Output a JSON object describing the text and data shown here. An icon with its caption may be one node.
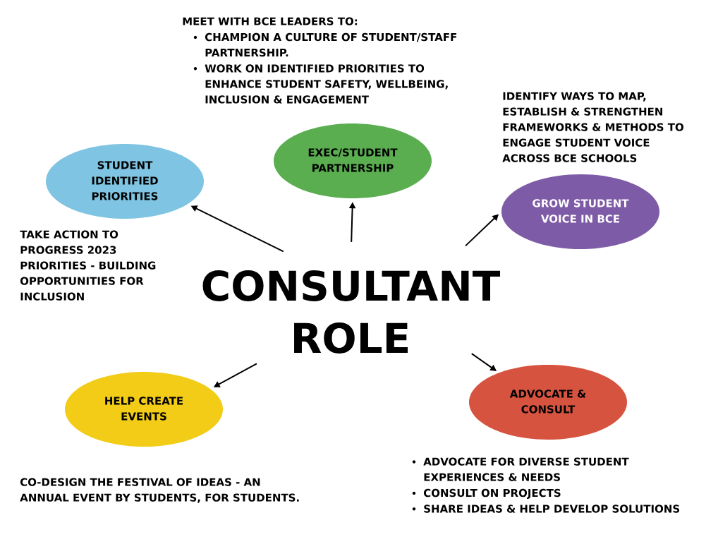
{
  "diagram": {
    "nodes": [
      {
        "text": [
          "EXEC/STUDENT PARTNERSHIP"
        ],
        "beside": [
          "MEET WITH BCE LEADERS TO:",
          "CHAMPION A CULTURE OF STUDENT/STAFF PARTNERSHIP.",
          "WORK ON IDENTIFIED PRIORITIES TO ENHANCE STUDENT SAFETY, WELLBEING, INCLUSION & ENGAGEMENT"
        ]
      },
      {
        "text": [
          "STUDENT IDENTIFIED PRIORITIES"
        ],
        "beside": [
          "TAKE ACTION TO PROGRESS 2023 PRIORITIES - BUILDING OPPORTUNITIES FOR INCLUSION"
        ]
      },
      {
        "text": [
          "GROW STUDENT VOICE IN BCE"
        ],
        "beside": [
          "IDENTIFY WAYS TO MAP, ESTABLISH & STRENGTHEN FRAMEWORKS & METHODS TO ENGAGE STUDENT VOICE ACROSS BCE SCHOOLS"
        ]
      },
      {
        "text": [
          "CONSULTANT ROLE"
        ]
      },
      {
        "text": [
          "HELP CREATE EVENTS"
        ],
        "beside": [
          "CO-DESIGN THE FESTIVAL OF IDEAS - AN ANNUAL EVENT BY STUDENTS, FOR STUDENTS."
        ]
      },
      {
        "text": [
          "ADVOCATE & CONSULT"
        ],
        "beside": [
          "ADVOCATE FOR DIVERSE STUDENT EXPERIENCES & NEEDS",
          "CONSULT ON PROJECTS",
          "SHARE IDEAS & HELP DEVELOP SOLUTIONS"
        ]
      }
    ],
    "edges": [
      {
        "from": 3,
        "to": 1,
        "arrow": "to"
      },
      {
        "from": 3,
        "to": 0,
        "arrow": "to"
      },
      {
        "from": 3,
        "to": 2,
        "arrow": "to"
      },
      {
        "from": 3,
        "to": 4,
        "arrow": "to"
      },
      {
        "from": 3,
        "to": 5,
        "arrow": "to"
      }
    ]
  }
}
